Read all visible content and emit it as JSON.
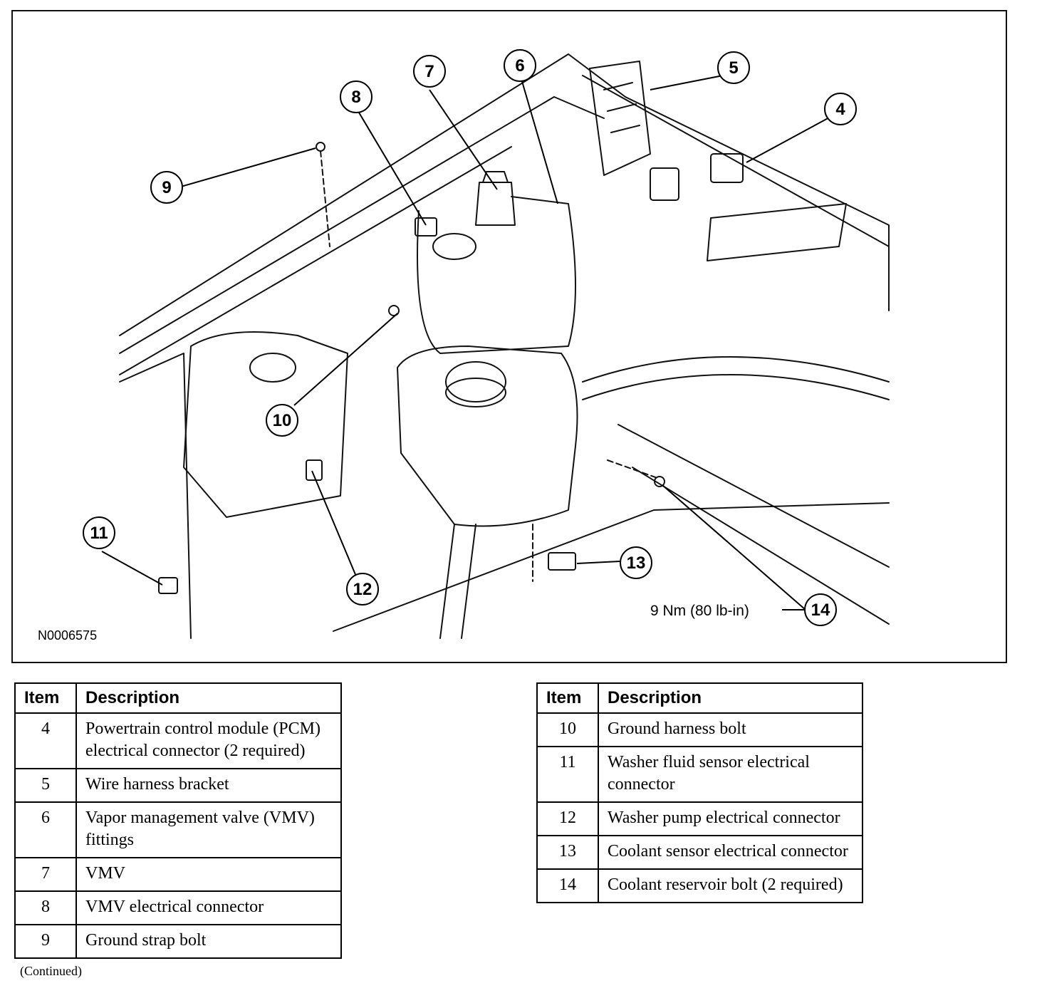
{
  "figure": {
    "id_label": "N0006575",
    "torque_label": "9 Nm (80 lb-in)",
    "callouts": [
      "4",
      "5",
      "6",
      "7",
      "8",
      "9",
      "10",
      "11",
      "12",
      "13",
      "14"
    ]
  },
  "tables": [
    {
      "headers": {
        "item": "Item",
        "description": "Description"
      },
      "rows": [
        {
          "item": "4",
          "description": "Powertrain control module (PCM) electrical connector (2 required)"
        },
        {
          "item": "5",
          "description": "Wire harness bracket"
        },
        {
          "item": "6",
          "description": "Vapor management valve (VMV) fittings"
        },
        {
          "item": "7",
          "description": "VMV"
        },
        {
          "item": "8",
          "description": "VMV electrical connector"
        },
        {
          "item": "9",
          "description": "Ground strap bolt"
        }
      ]
    },
    {
      "headers": {
        "item": "Item",
        "description": "Description"
      },
      "rows": [
        {
          "item": "10",
          "description": "Ground harness bolt"
        },
        {
          "item": "11",
          "description": "Washer fluid sensor electrical connector"
        },
        {
          "item": "12",
          "description": "Washer pump electrical connector"
        },
        {
          "item": "13",
          "description": "Coolant sensor electrical connector"
        },
        {
          "item": "14",
          "description": "Coolant reservoir bolt (2 required)"
        }
      ]
    }
  ],
  "continued_note": "(Continued)"
}
